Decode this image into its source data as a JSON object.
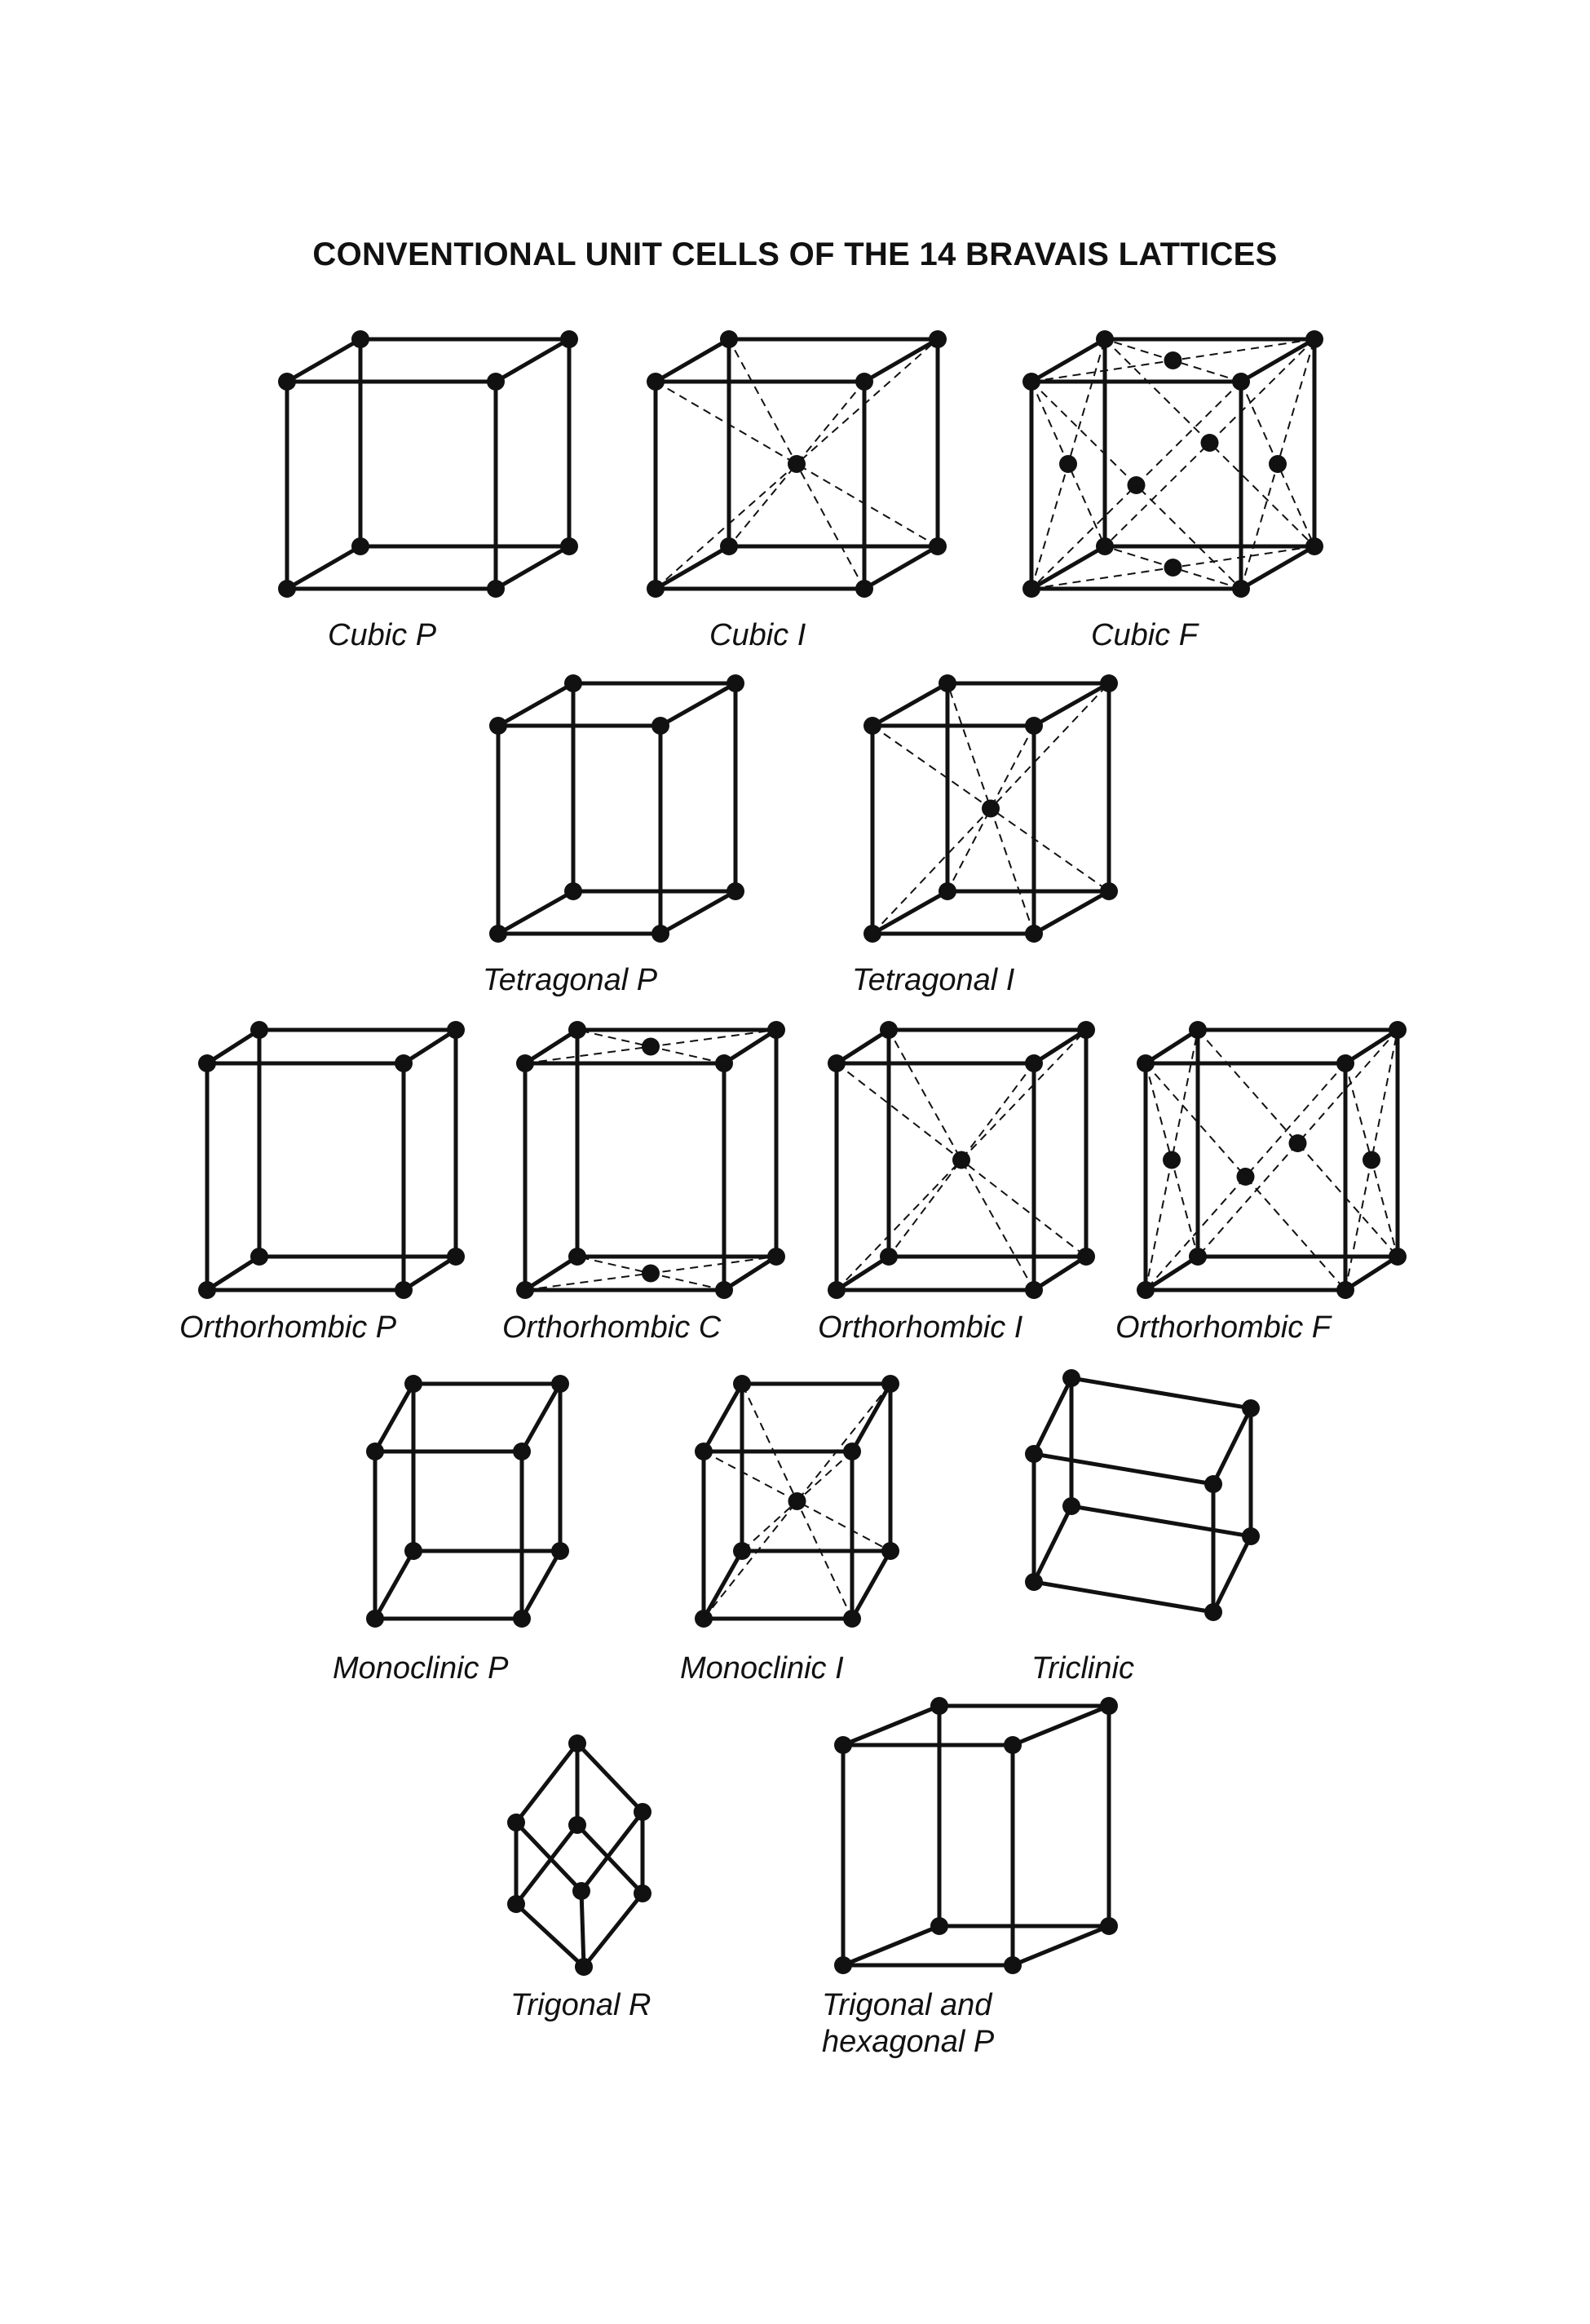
{
  "title": "CONVENTIONAL UNIT CELLS OF THE 14 BRAVAIS LATTICES",
  "lattices": [
    {
      "label": "Cubic P"
    },
    {
      "label": "Cubic I"
    },
    {
      "label": "Cubic F"
    },
    {
      "label": "Tetragonal P"
    },
    {
      "label": "Tetragonal I"
    },
    {
      "label": "Orthorhombic P"
    },
    {
      "label": "Orthorhombic C"
    },
    {
      "label": "Orthorhombic I"
    },
    {
      "label": "Orthorhombic F"
    },
    {
      "label": "Monoclinic P"
    },
    {
      "label": "Monoclinic I"
    },
    {
      "label": "Triclinic"
    },
    {
      "label": "Trigonal R"
    },
    {
      "label": "Trigonal and"
    },
    {
      "label": "hexagonal P"
    }
  ]
}
